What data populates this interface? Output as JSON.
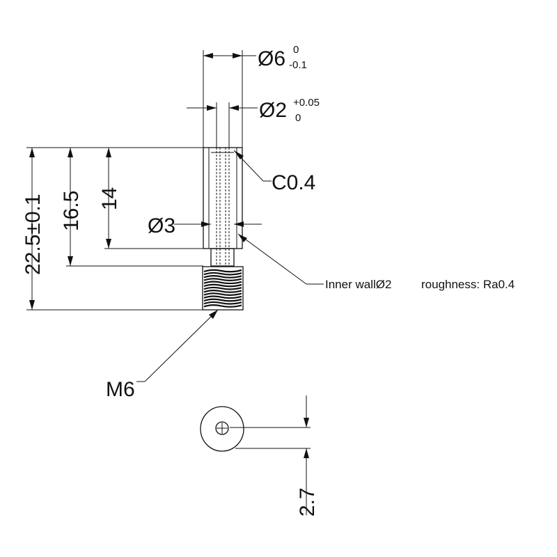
{
  "dimensions": {
    "outer_diameter": {
      "label": "Ø6",
      "tol_upper": "0",
      "tol_lower": "-0.1"
    },
    "inner_diameter": {
      "label": "Ø2",
      "tol_upper": "+0.05",
      "tol_lower": "0"
    },
    "chamfer": "C0.4",
    "neck_diameter": "Ø3",
    "total_length": "22.5±0.1",
    "shank_length": "16.5",
    "bore_length": "14",
    "thread": "M6",
    "end_offset": "2.7"
  },
  "notes": {
    "inner_wall": "Inner wallØ2",
    "roughness": "roughness: Ra0.4"
  }
}
